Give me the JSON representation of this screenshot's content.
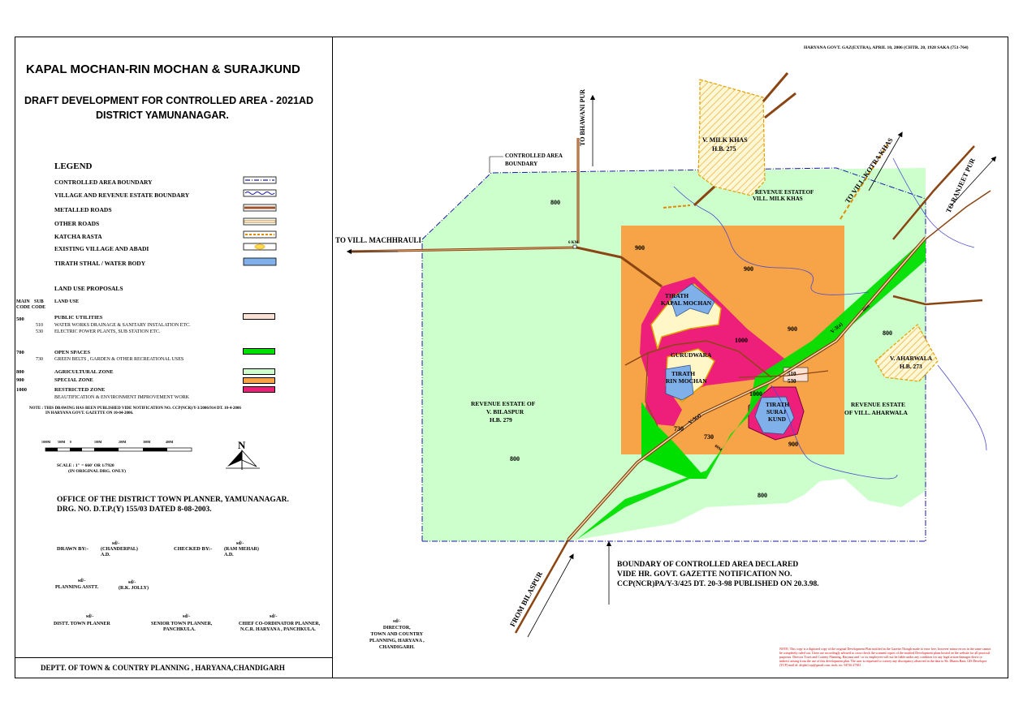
{
  "header": {
    "title": "KAPAL MOCHAN-RIN MOCHAN & SURAJKUND",
    "subtitle1": "DRAFT DEVELOPMENT  FOR CONTROLLED AREA - 2021AD",
    "subtitle2": "DISTRICT YAMUNANAGAR.",
    "gazette": "HARYANA GOVT. GAZ(EXTRA), APRIL 10, 2006 (CHTR. 20, 1928 SAKA (751-764)"
  },
  "legend": {
    "heading": "LEGEND",
    "items": [
      {
        "label": "CONTROLLED AREA BOUNDARY",
        "icon": "dash-dot-blue-line"
      },
      {
        "label": "VILLAGE AND REVENUE ESTATE BOUNDARY",
        "icon": "wavy-blue-line"
      },
      {
        "label": "METALLED ROADS",
        "icon": "brown-double-line"
      },
      {
        "label": "OTHER ROADS",
        "icon": "tan-double-line"
      },
      {
        "label": "KATCHA RASTA",
        "icon": "dashed-orange-line"
      },
      {
        "label": "EXISTING VILLAGE AND ABADI",
        "icon": "yellow-blob"
      },
      {
        "label": "TIRATH STHAL / WATER BODY",
        "icon": "blue-box"
      }
    ],
    "landuse_heading": "LAND USE PROPOSALS",
    "col_main": "MAIN",
    "col_sub": "SUB",
    "col_code1": "CODE CODE",
    "col_landuse": "LAND USE",
    "landuse": [
      {
        "main": "500",
        "sub": "",
        "label": "PUBLIC UTILITIES",
        "color": "#fbe0d4",
        "bold": true
      },
      {
        "main": "",
        "sub": "510",
        "label": "WATER WORKS DRAINAGE  & SANITARY INSTALATION ETC.",
        "color": "",
        "bold": false
      },
      {
        "main": "",
        "sub": "530",
        "label": "ELECTRIC POWER PLANTS, SUB STATION ETC.",
        "color": "",
        "bold": false
      },
      {
        "main": "700",
        "sub": "",
        "label": "OPEN SPACES",
        "color": "#00e000",
        "bold": true
      },
      {
        "main": "",
        "sub": "730",
        "label": "GREEN BELTS , GARDEN & OTHER RECREATIONAL USES",
        "color": "",
        "bold": false
      },
      {
        "main": "800",
        "sub": "",
        "label": "AGRICULTURAL  ZONE",
        "color": "#ccffcc",
        "bold": true
      },
      {
        "main": "900",
        "sub": "",
        "label": "SPECIAL  ZONE",
        "color": "#f7a347",
        "bold": true
      },
      {
        "main": "1000",
        "sub": "",
        "label": "RESTRICTED ZONE",
        "color": "#ee1f7a",
        "bold": true
      },
      {
        "main": "",
        "sub": "",
        "label": "BEAUTIFICATION & ENVIRONMENT IMPROVEMENT WORK",
        "color": "",
        "bold": false
      }
    ],
    "note": "NOTE : THIS DRAWING HAS BEEN PUBLISHED VIDE NOTIFICATION  NO. CCP(NCR)/Y-3/2006/914 DT. 10-4-2006",
    "note2": "IN HARYANA GOVT. GAZETTE ON 10-04-2006.",
    "scale_ticks": [
      "1000M",
      "500M",
      "0",
      "100M",
      "200M",
      "300M",
      "400M"
    ],
    "scale_text1": "SCALE   : 1\" = 660' OR 1/7920",
    "scale_text2": "(IN ORIGINAL DRG. ONLY)",
    "north": "N"
  },
  "office": {
    "line1": "OFFICE OF THE DISTRICT TOWN PLANNER, YAMUNANAGAR.",
    "line2": "DRG. NO. D.T.P.(Y) 155/03          DATED 8-08-2003."
  },
  "signatures": {
    "drawn_by": "DRAWN BY:-",
    "drawn_name": "(CHANDERPAL)",
    "drawn_desig": "A.D.",
    "checked_by": "CHECKED BY:-",
    "checked_name": "(RAM MEHAR)",
    "checked_desig": "A.D.",
    "sd": "sd/-",
    "planning_asst": "PLANNING ASSTT.",
    "jolly": "(R.K. JOLLY)",
    "dtp": "DISTT. TOWN PLANNER",
    "stp1": "SENIOR TOWN PLANNER,",
    "stp2": "PANCHKULA.",
    "ccp1": "CHIEF CO-ORDINATOR PLANNER,",
    "ccp2": "N.C.R. HARYANA , PANCHKULA.",
    "dir1": "DIRECTOR,",
    "dir2": "TOWN AND COUNTRY",
    "dir3": "PLANNING, HARYANA ,",
    "dir4": "CHANDIGARH."
  },
  "footer": "DEPTT. OF TOWN & COUNTRY PLANNING , HARYANA,CHANDIGARH",
  "map": {
    "roads": {
      "bhawani": "TO BHAWANI PUR",
      "kotra": "TO VILL. KOTRA KHAS",
      "ranjeet": "TO RANJEET PUR",
      "machhrauli": "TO VILL. MACHHRAULI",
      "bilaspur": "FROM BILASPUR",
      "km": "6 KM"
    },
    "labels": {
      "controlled": "CONTROLLED AREA",
      "boundary": "BOUNDARY",
      "milk1": "V. MILK KHAS",
      "milk2": "H.B. 275",
      "rev_milk1": "REVENUE ESTATEOF",
      "rev_milk2": "VILL. MILK KHAS",
      "aharwala1": "V. AHARWALA",
      "aharwala2": "H.B. 273",
      "rev_ahar1": "REVENUE ESTATE",
      "rev_ahar2": "OF VILL. AHARWALA",
      "bilaspur1": "REVENUE ESTATE OF",
      "bilaspur2": "V. BILASPUR",
      "bilaspur3": "H.B. 279",
      "kapal1": "TIRATH",
      "kapal2": "KAPAL MOCHAN",
      "gurudwara": "GURUDWARA",
      "rin1": "TIRATH",
      "rin2": "RIN MOCHAN",
      "suraj1": "TIRATH",
      "suraj2": "SURAJ",
      "suraj3": "KUND",
      "z800a": "800",
      "z800b": "800",
      "z800c": "800",
      "z800d": "800",
      "z900a": "900",
      "z900b": "900",
      "z900c": "900",
      "z900d": "900",
      "z1000a": "1000",
      "z1000b": "1000",
      "z510": "510",
      "z530": "530",
      "z730a": "730",
      "z730b": "730",
      "v3a": "V-3(a)",
      "v3b": "V-3(a)",
      "r60a": "60M",
      "r60b": "60M"
    },
    "boundary_note": [
      "BOUNDARY OF CONTROLLED  AREA DECLARED",
      "VIDE HR. GOVT. GAZETTE NOTIFICATION NO.",
      "CCP(NCR)PA/Y-3/425 DT. 20-3-98 PUBLISHED ON 20.3.98."
    ],
    "red_note": "NOTE: This copy is a digitized copy of the original Development Plan notified in the Gazette.Though made to error free, however minor errors in the same cannot be completely ruled out. Users are accordingly advised to cross check the scanned copies of the notified Development plans hosted on the website for all practical purposes. Director Town and Country Planning, Haryana and / or its employees will not be liable under any condition for any legal action/damages direct or indirect arising from the use of this development plan. The user is requested to convey any discrepancy observed in the data to Sh. Dharm Bara, GIS Developer (TCP) mail id: dtcphrl.tcp@gmail.com, mob. no. 94726 27381",
    "colors": {
      "agri": "#ccffcc",
      "special": "#f7a347",
      "restricted": "#ee1f7a",
      "open": "#00e000",
      "water": "#7fb0ea",
      "village": "#fff7c8",
      "road": "#8b4513",
      "boundary": "#1a1aa8"
    }
  }
}
